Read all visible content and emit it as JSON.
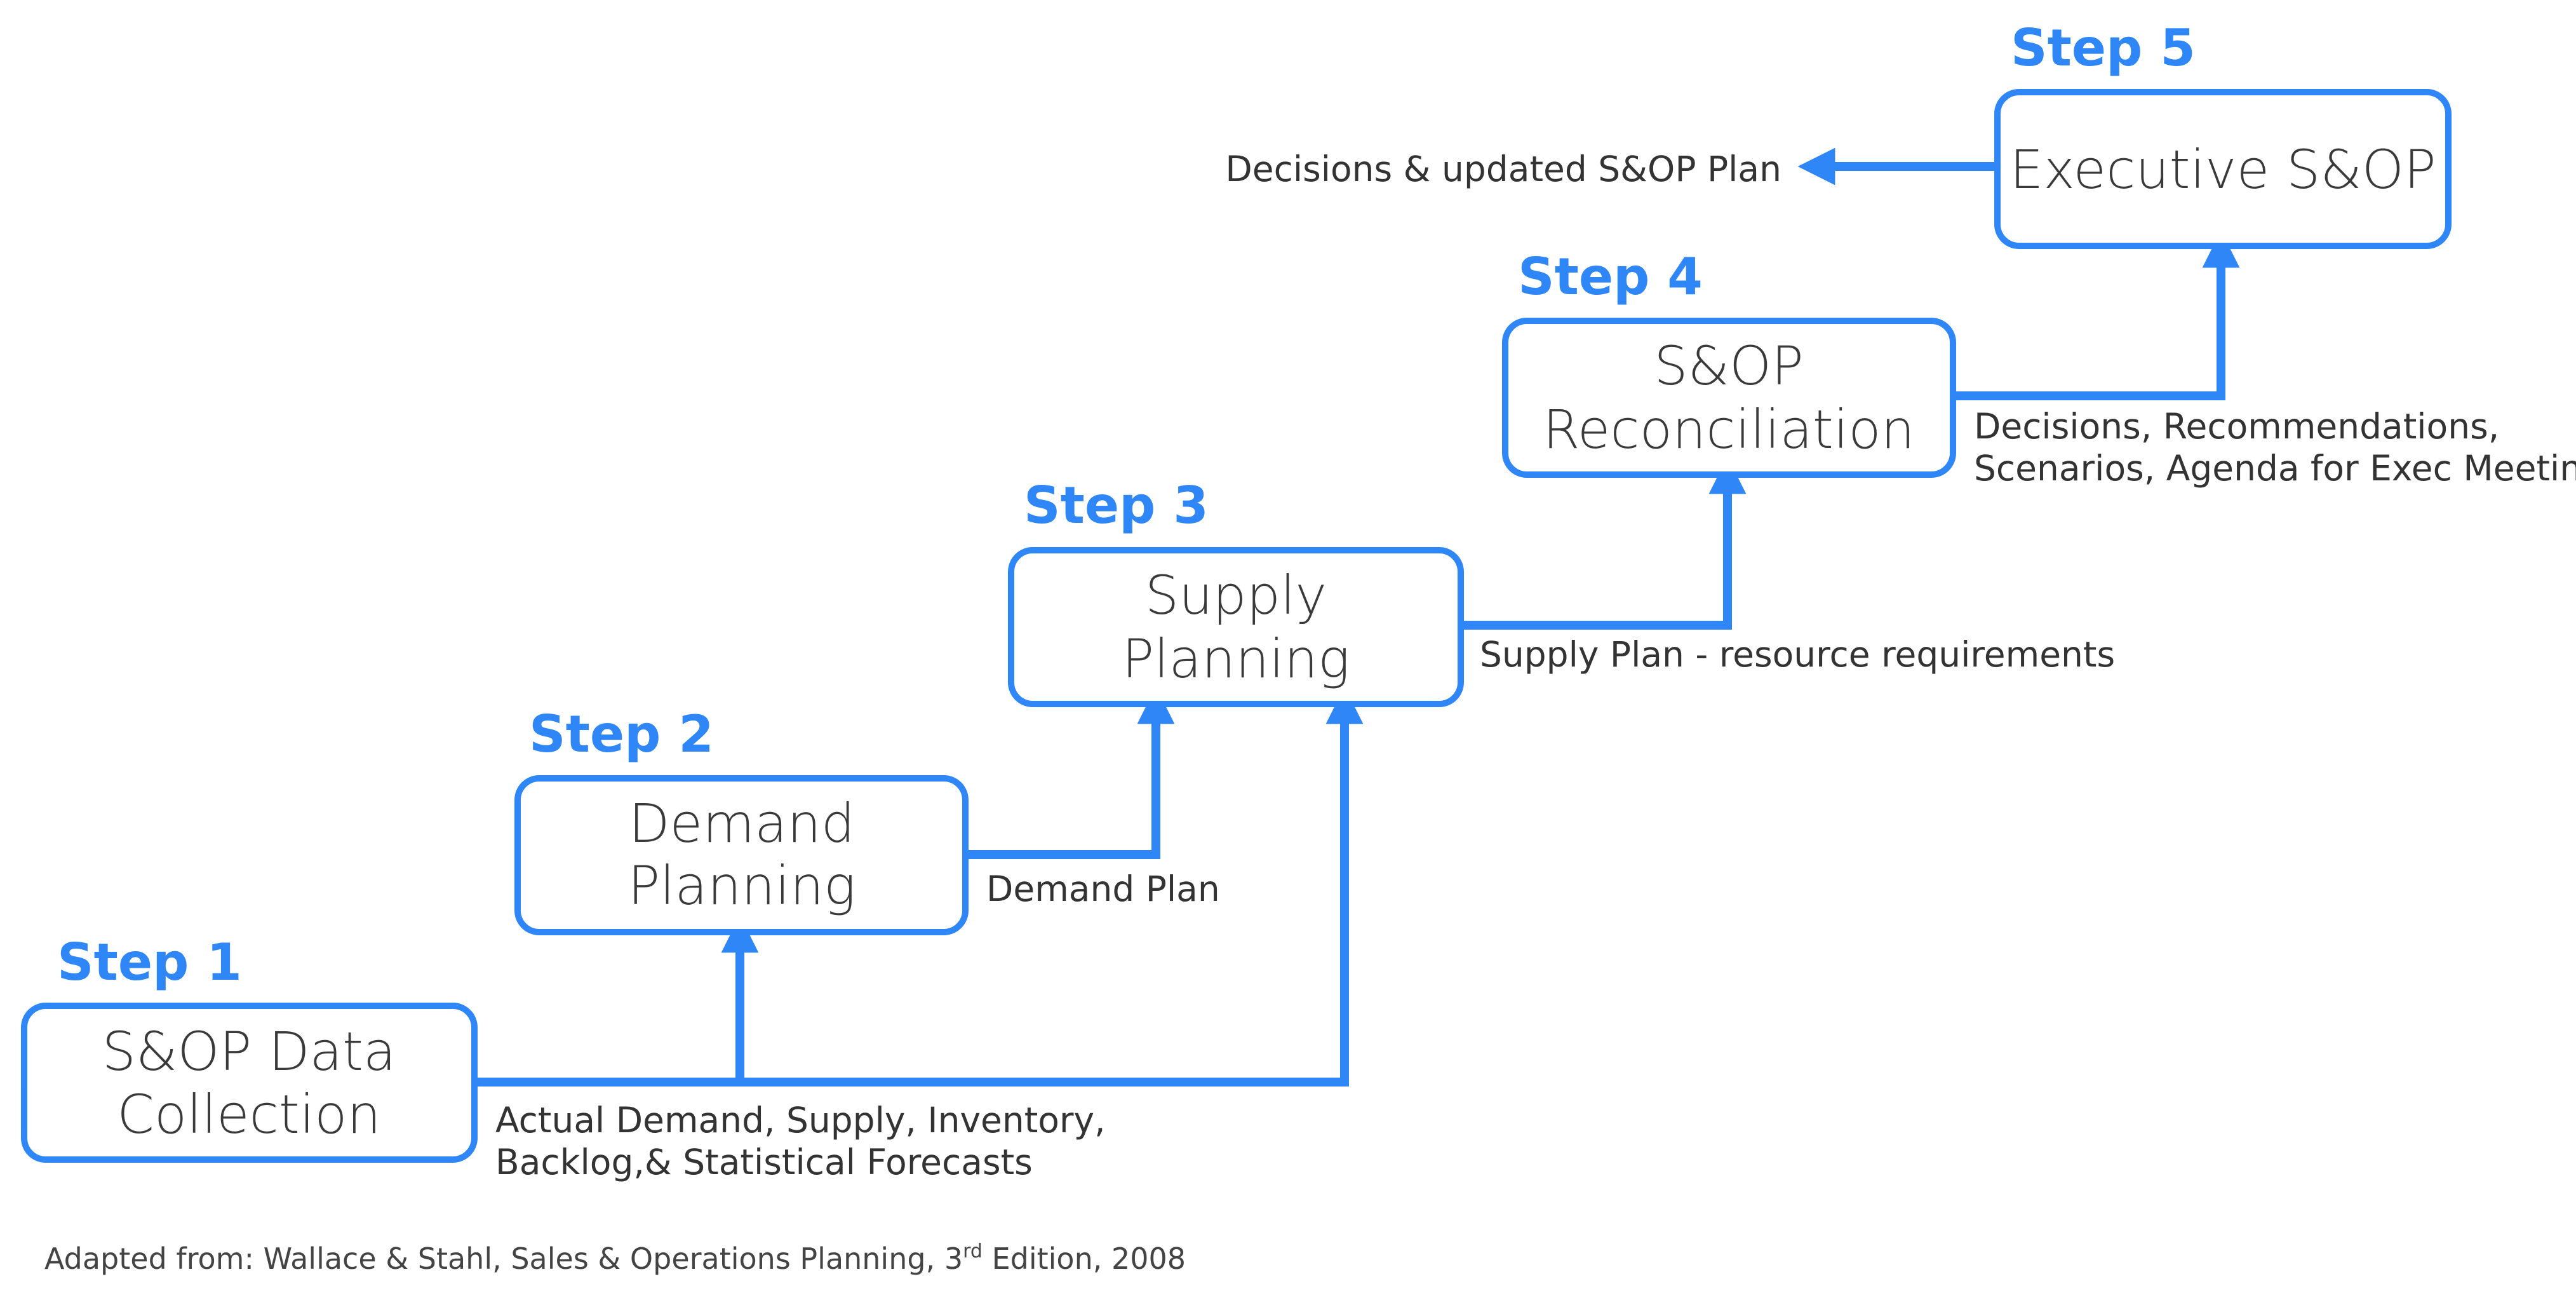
{
  "steps": [
    {
      "label": "Step 1",
      "box_lines": [
        "S&OP Data",
        "Collection"
      ]
    },
    {
      "label": "Step 2",
      "box_lines": [
        "Demand",
        "Planning"
      ]
    },
    {
      "label": "Step 3",
      "box_lines": [
        "Supply",
        "Planning"
      ]
    },
    {
      "label": "Step 4",
      "box_lines": [
        "S&OP",
        "Reconciliation"
      ]
    },
    {
      "label": "Step 5",
      "box_lines": [
        "Executive S&OP"
      ]
    }
  ],
  "flows": {
    "step1_out": [
      "Actual Demand, Supply, Inventory,",
      "Backlog,& Statistical Forecasts"
    ],
    "step2_out": [
      "Demand Plan"
    ],
    "step3_out": [
      "Supply Plan - resource requirements"
    ],
    "step4_out": [
      "Decisions, Recommendations,",
      "Scenarios, Agenda for Exec Meeting"
    ],
    "step5_out": [
      "Decisions & updated S&OP Plan"
    ]
  },
  "footnote": {
    "prefix": "Adapted from: Wallace & Stahl, Sales & Operations Planning, 3",
    "superscript": "rd",
    "suffix": " Edition, 2008"
  },
  "colors": {
    "accent": "#2f86f6",
    "text": "#333333"
  }
}
